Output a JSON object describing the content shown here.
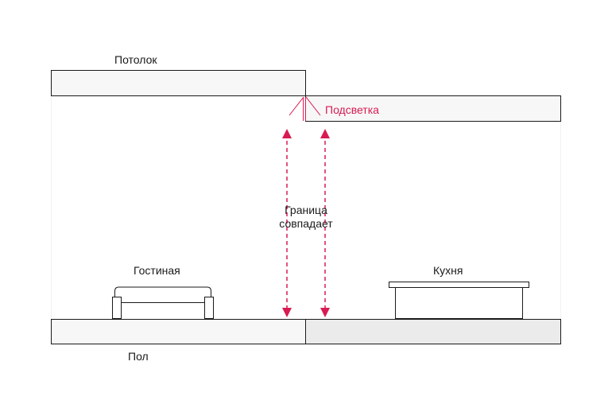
{
  "labels": {
    "ceiling": "Потолок",
    "lighting": "Подсветка",
    "boundary_line1": "Граница",
    "boundary_line2": "совпадает",
    "living_room": "Гостиная",
    "kitchen": "Кухня",
    "floor": "Пол"
  },
  "colors": {
    "accent": "#d81b52",
    "stroke": "#1a1a1a",
    "living_floor_fill": "#f7f7f7",
    "kitchen_floor_fill": "#ebebeb",
    "ceiling_fill": "#f7f7f7"
  },
  "icons": {
    "sofa": "sofa-icon",
    "kitchen_counter": "kitchen-counter-icon",
    "light_beam": "light-beam-icon"
  }
}
